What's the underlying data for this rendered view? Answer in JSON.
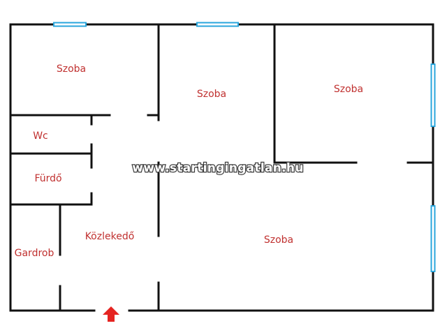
{
  "rooms": {
    "top_left": "Szoba",
    "top_middle": "Szoba",
    "top_right": "Szoba",
    "wc": "Wc",
    "bath": "Fürdő",
    "wardrobe": "Gardrob",
    "hallway": "Közlekedő",
    "large": "Szoba"
  },
  "watermark": "www.startingingatlan.hu",
  "icons": {
    "entrance": "entrance-arrow-icon"
  },
  "colors": {
    "wall": "#111111",
    "window": "#29a6dc",
    "label": "#c0302f",
    "entrance": "#e52421"
  }
}
